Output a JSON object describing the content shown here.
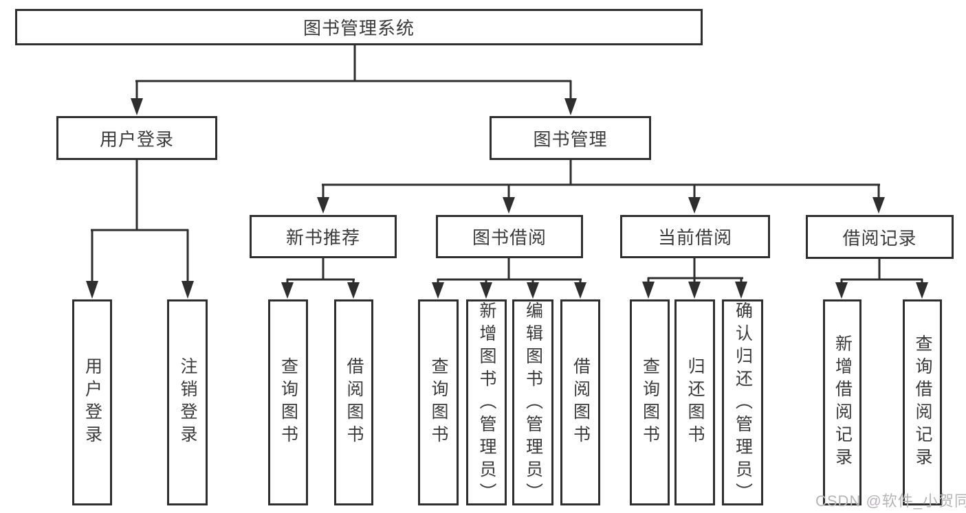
{
  "diagram": {
    "root": {
      "label": "图书管理系统"
    },
    "level2": {
      "user_login": {
        "label": "用户登录"
      },
      "book_management": {
        "label": "图书管理"
      }
    },
    "level3": {
      "new_book_recommend": {
        "label": "新书推荐",
        "parent": "图书管理"
      },
      "book_borrowing": {
        "label": "图书借阅",
        "parent": "图书管理"
      },
      "current_borrowing": {
        "label": "当前借阅",
        "parent": "图书管理"
      },
      "borrow_records": {
        "label": "借阅记录",
        "parent": "图书管理"
      }
    },
    "leaves": {
      "user_login_leaf": {
        "label": "用户登录",
        "parent": "用户登录"
      },
      "logout_leaf": {
        "label": "注销登录",
        "parent": "用户登录"
      },
      "rec_query_books": {
        "label": "查询图书",
        "parent": "新书推荐"
      },
      "rec_borrow_books": {
        "label": "借阅图书",
        "parent": "新书推荐"
      },
      "bb_query_books": {
        "label": "查询图书",
        "parent": "图书借阅"
      },
      "bb_add_books": {
        "label": "新增图书（管理员）",
        "parent": "图书借阅"
      },
      "bb_edit_books": {
        "label": "编辑图书（管理员）",
        "parent": "图书借阅"
      },
      "bb_borrow_books": {
        "label": "借阅图书",
        "parent": "图书借阅"
      },
      "cb_query_books": {
        "label": "查询图书",
        "parent": "当前借阅"
      },
      "cb_return_books": {
        "label": "归还图书",
        "parent": "当前借阅"
      },
      "cb_confirm_return": {
        "label": "确认归还（管理员）",
        "parent": "当前借阅"
      },
      "br_add_record": {
        "label": "新增借阅记录",
        "parent": "借阅记录"
      },
      "br_query_record": {
        "label": "查询借阅记录",
        "parent": "借阅记录"
      }
    }
  },
  "watermark": {
    "text": "CSDN @软件_小贺同学"
  },
  "colors": {
    "line": "#2e2e2e",
    "text": "#3a3a3a",
    "box_background": "#ffffff",
    "page_background": "#ffffff",
    "watermark": "#b7b4b7"
  }
}
